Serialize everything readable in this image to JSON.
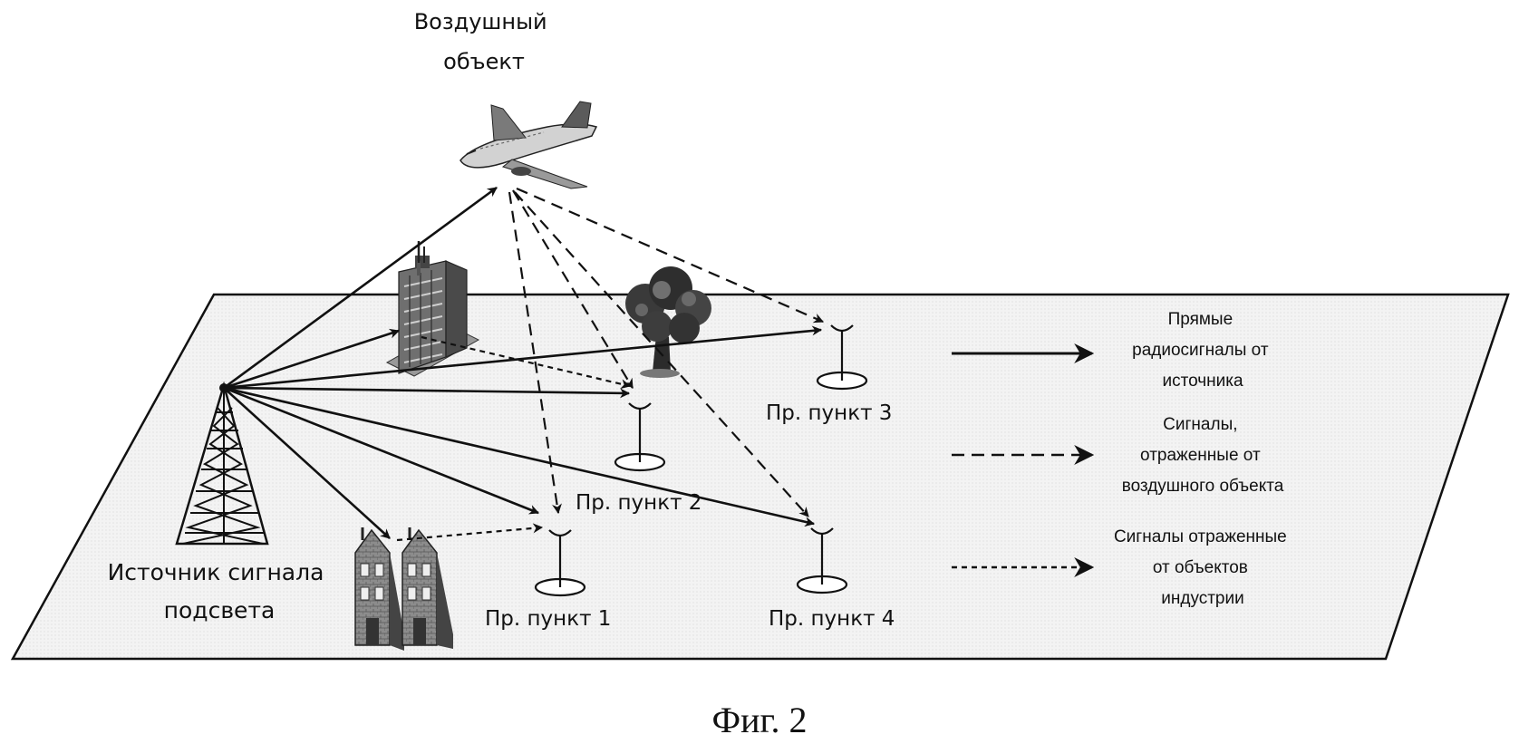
{
  "labels": {
    "aircraft": [
      "Воздушный",
      "объект"
    ],
    "source": [
      "Источник сигнала",
      "подсвета"
    ],
    "point1": "Пр. пункт 1",
    "point2": "Пр. пункт 2",
    "point3": "Пр. пункт 3",
    "point4": "Пр. пункт 4"
  },
  "legend": {
    "direct": [
      "Прямые",
      "радиосигналы от",
      "источника"
    ],
    "reflected_air": [
      "Сигналы,",
      "отраженные от",
      "воздушного объекта"
    ],
    "reflected_industry": [
      "Сигналы отраженные",
      "от объектов",
      "индустрии"
    ]
  },
  "caption": "Фиг. 2",
  "colors": {
    "ink": "#111111",
    "ground": "#f4f4f4",
    "paper": "#ffffff"
  },
  "icons": [
    "airplane-icon",
    "radio-tower-icon",
    "office-building-icon",
    "tree-icon",
    "houses-icon",
    "receiver-antenna-icon"
  ]
}
